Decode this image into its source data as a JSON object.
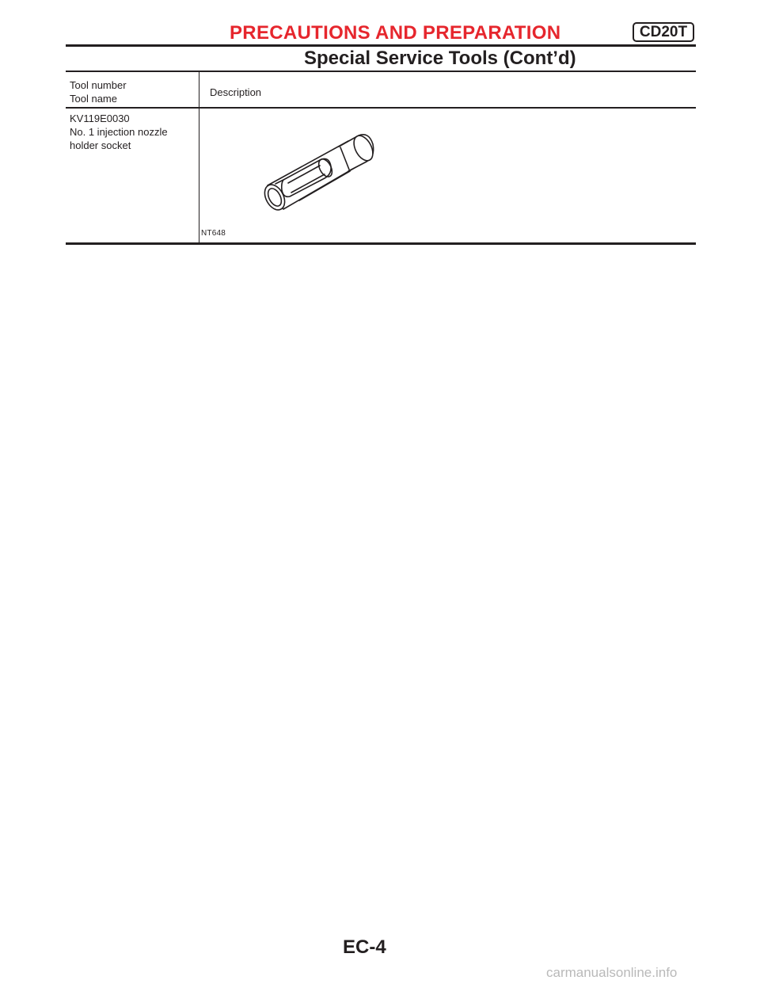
{
  "header": {
    "title": "PRECAUTIONS AND PREPARATION",
    "engine_code": "CD20T",
    "section_title": "Special Service Tools (Cont’d)"
  },
  "table": {
    "col_tool_header": [
      "Tool number",
      "Tool name"
    ],
    "col_desc_header": "Description",
    "rows": [
      {
        "tool_lines": [
          "KV119E0030",
          "No. 1 injection nozzle",
          "holder socket"
        ],
        "figure_code": "NT648",
        "figure_icon": "nozzle-holder-socket-illustration"
      }
    ]
  },
  "footer": {
    "page_number": "EC-4",
    "watermark": "carmanualsonline.info"
  },
  "colors": {
    "title_red": "#e6262d",
    "ink": "#231f20",
    "watermark_gray": "#b9b9b9"
  }
}
